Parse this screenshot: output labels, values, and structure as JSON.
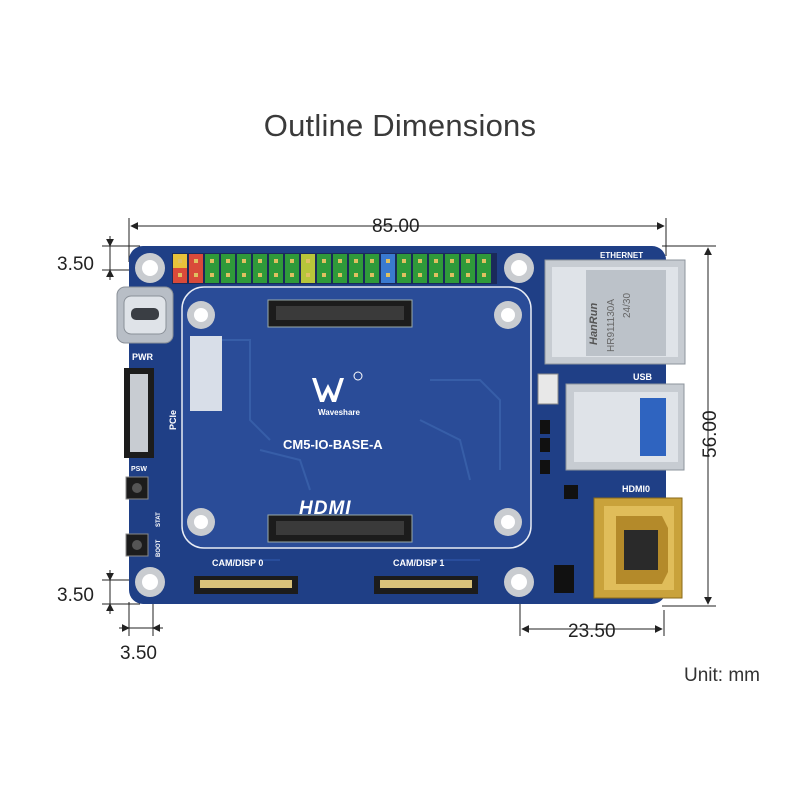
{
  "title": "Outline Dimensions",
  "unit_label": "Unit: mm",
  "dimensions": {
    "width": "85.00",
    "height": "56.00",
    "hole_offset_top": "3.50",
    "hole_offset_bottom": "3.50",
    "hole_offset_left": "3.50",
    "hole_spacing_right": "23.50"
  },
  "board": {
    "model": "CM5-IO-BASE-A",
    "brand": "Waveshare",
    "labels": {
      "ethernet": "ETHERNET",
      "usb": "USB",
      "hdmi0": "HDMI0",
      "pwr": "PWR",
      "pcie": "PCIe",
      "psw": "PSW",
      "stat": "STAT",
      "boot": "BOOT",
      "cam0": "CAM/DISP 0",
      "cam1": "CAM/DISP 1",
      "hdmi_logo": "HDMI",
      "rj45_brand": "HanRun",
      "rj45_part": "HR911130A",
      "rj45_date": "24/30"
    }
  },
  "colors": {
    "pcb": "#1f3f86",
    "pcb_trace": "#2a4f9e",
    "hole_ring": "#c9ccd0",
    "gold": "#c9a23b",
    "metal": "#c7ccd2",
    "header_green": "#2f9a3a"
  }
}
